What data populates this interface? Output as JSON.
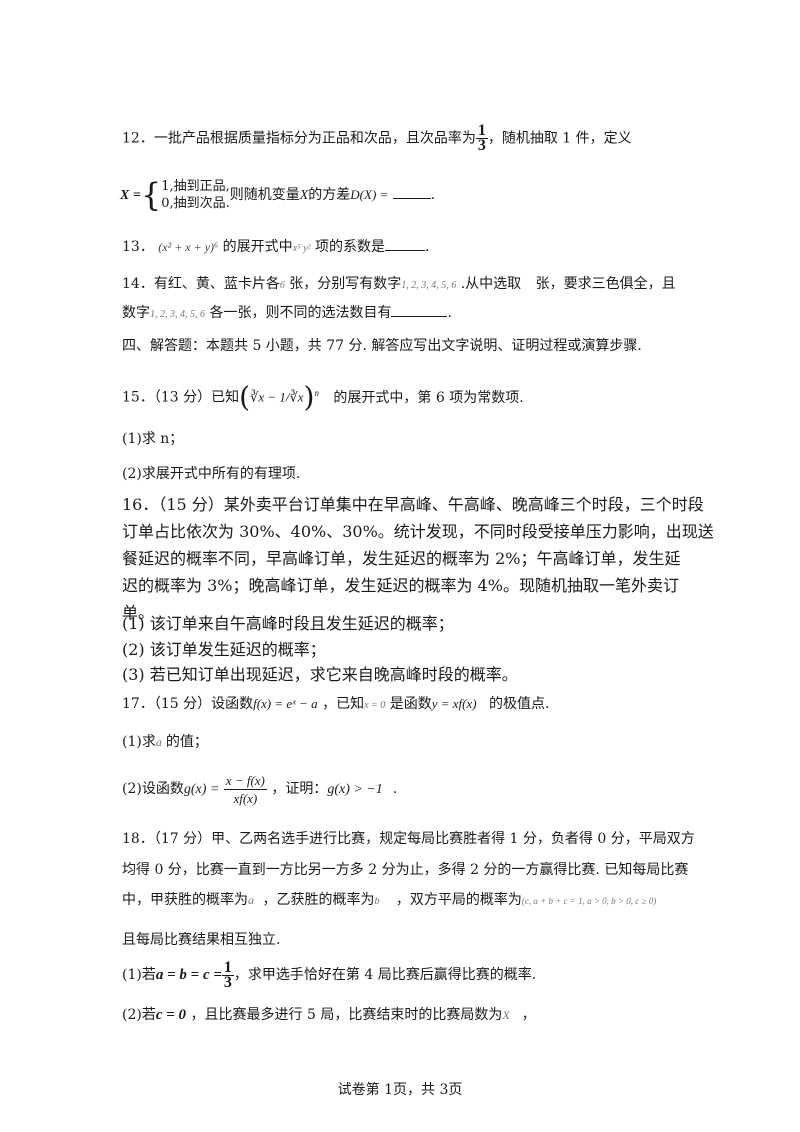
{
  "q12": {
    "prefix": "12．一批产品根据质量指标分为正品和次品，且次品率为",
    "frac_num": "1",
    "frac_den": "3",
    "suffix": "，随机抽取 1 件，定义",
    "var": "X =",
    "case1": "1,抽到正品,",
    "case2": "0,抽到次品.",
    "text2a": "则随机变量",
    "var2": "X",
    "text2b": "的方差",
    "dx": "D(X) =",
    "end": "."
  },
  "q13": {
    "prefix": "13．",
    "expr": "(x² + x + y)⁶",
    "text1": "的展开式中",
    "term": "x⁵ y²",
    "text2": "项的系数是",
    "end": "."
  },
  "q14": {
    "line1a": "14．有红、黄、蓝卡片各",
    "n6": "6",
    "line1b": "张，分别写有数字",
    "digits": "1, 2, 3, 4, 5, 6",
    "line1c": ".从中选取",
    "line1d": "张，要求三色俱全，且",
    "line2a": "数字",
    "digits2": "1, 2, 3, 4, 5, 6",
    "line2b": "各一张，则不同的选法数目有",
    "end": "."
  },
  "section4": "四、解答题：本题共 5 小题，共 77 分. 解答应写出文字说明、证明过程或演算步骤.",
  "q15": {
    "prefix": "15．（13 分）已知",
    "expr": "∛x − 1/∛x",
    "exp": "n",
    "suffix": "的展开式中，第 6 项为常数项.",
    "p1": "(1)求 n；",
    "p2": "(2)求展开式中所有的有理项."
  },
  "q16": {
    "l1": "16．（15 分）某外卖平台订单集中在早高峰、午高峰、晚高峰三个时段，三个时段",
    "l2": "订单占比依次为  30%、40%、30%。统计发现，不同时段受接单压力影响，出现送",
    "l3": "餐延迟的概率不同，早高峰订单，发生延迟的概率为 2%；午高峰订单，发生延",
    "l4": "迟的概率为 3%；晚高峰订单，发生延迟的概率为 4%。现随机抽取一笔外卖订",
    "l5": "单。",
    "p1": "(1)  该订单来自午高峰时段且发生延迟的概率；",
    "p2": "(2)  该订单发生延迟的概率；",
    "p3": "(3)  若已知订单出现延迟，求它来自晚高峰时段的概率。"
  },
  "q17": {
    "prefix": "17．（15 分）设函数",
    "fx": "f(x) = eˣ − a",
    "mid1": "，已知",
    "x0": "x = 0",
    "mid2": "是函数",
    "gx0": "y = xf(x)",
    "suffix": "的极值点.",
    "p1a": "(1)求",
    "p1var": "a",
    "p1b": "的值；",
    "p2a": "(2)设函数",
    "p2g": "g(x) =",
    "p2num": "x − f(x)",
    "p2den": "xf(x)",
    "p2b": "，证明：",
    "p2c": "g(x) > −1",
    "p2end": "."
  },
  "q18": {
    "l1": "18．（17 分）甲、乙两名选手进行比赛，规定每局比赛胜者得 1 分，负者得 0 分，平局双方",
    "l2": "均得 0 分，比赛一直到一方比另一方多 2 分为止，多得 2 分的一方赢得比赛. 已知每局比赛",
    "l3a": "中，甲获胜的概率为",
    "l3a_var": "a",
    "l3b": "，乙获胜的概率为",
    "l3b_var": "b",
    "l3c": "，双方平局的概率为",
    "l3cond": "(c, a + b + c = 1, a > 0, b > 0, c ≥ 0)",
    "l4": "且每局比赛结果相互独立.",
    "p1a": "(1)若",
    "p1eq": "a = b = c =",
    "p1num": "1",
    "p1den": "3",
    "p1b": "，求甲选手恰好在第 4 局比赛后赢得比赛的概率.",
    "p2a": "(2)若",
    "p2eq": "c = 0",
    "p2b": "，且比赛最多进行 5 局，比赛结束时的比赛局数为",
    "p2var": "X",
    "p2end": "，"
  },
  "footer": "试卷第 1页，共 3页"
}
